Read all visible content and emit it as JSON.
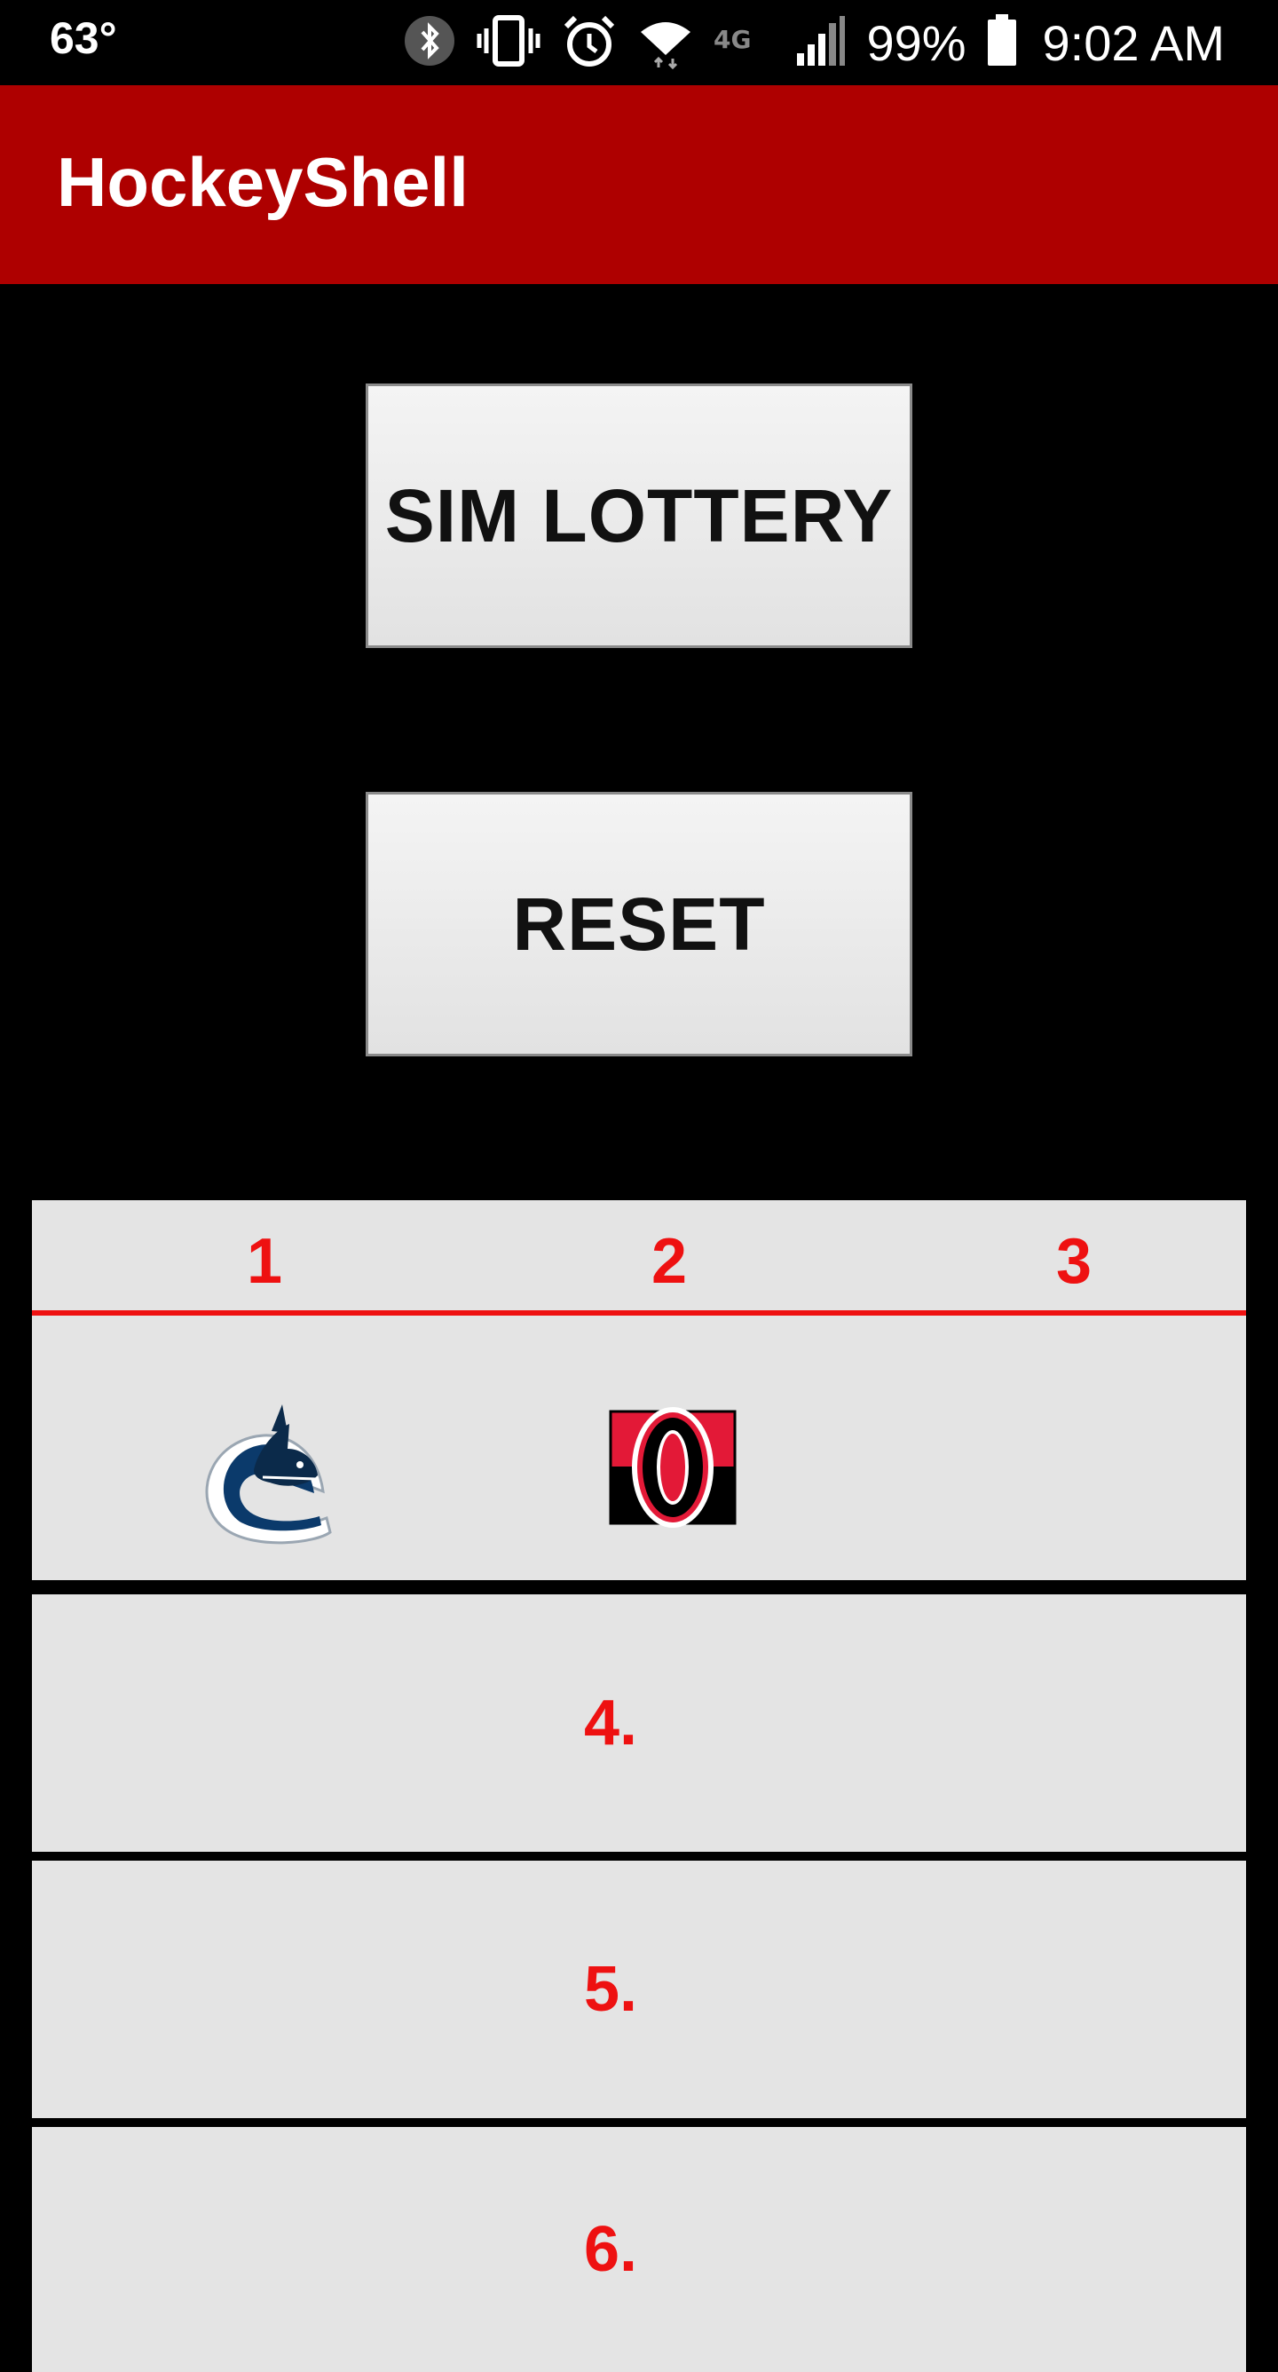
{
  "status_bar": {
    "temperature": "63°",
    "battery": "99%",
    "time": "9:02 AM",
    "network": "4G",
    "icons": [
      "bluetooth-icon",
      "vibrate-icon",
      "alarm-icon",
      "wifi-icon",
      "signal-icon",
      "battery-icon"
    ]
  },
  "app_bar": {
    "title": "HockeyShell",
    "color": "#ae0000"
  },
  "buttons": {
    "sim_lottery": "SIM LOTTERY",
    "reset": "RESET"
  },
  "draft_table": {
    "headers": [
      "1",
      "2",
      "3"
    ],
    "accent": "#ee1111",
    "picks": [
      {
        "slot": "1",
        "team_logo": "canucks-logo"
      },
      {
        "slot": "2",
        "team_logo": "senators-logo"
      },
      {
        "slot": "3",
        "team_logo": ""
      }
    ],
    "rows": [
      "4.",
      "5.",
      "6."
    ]
  }
}
